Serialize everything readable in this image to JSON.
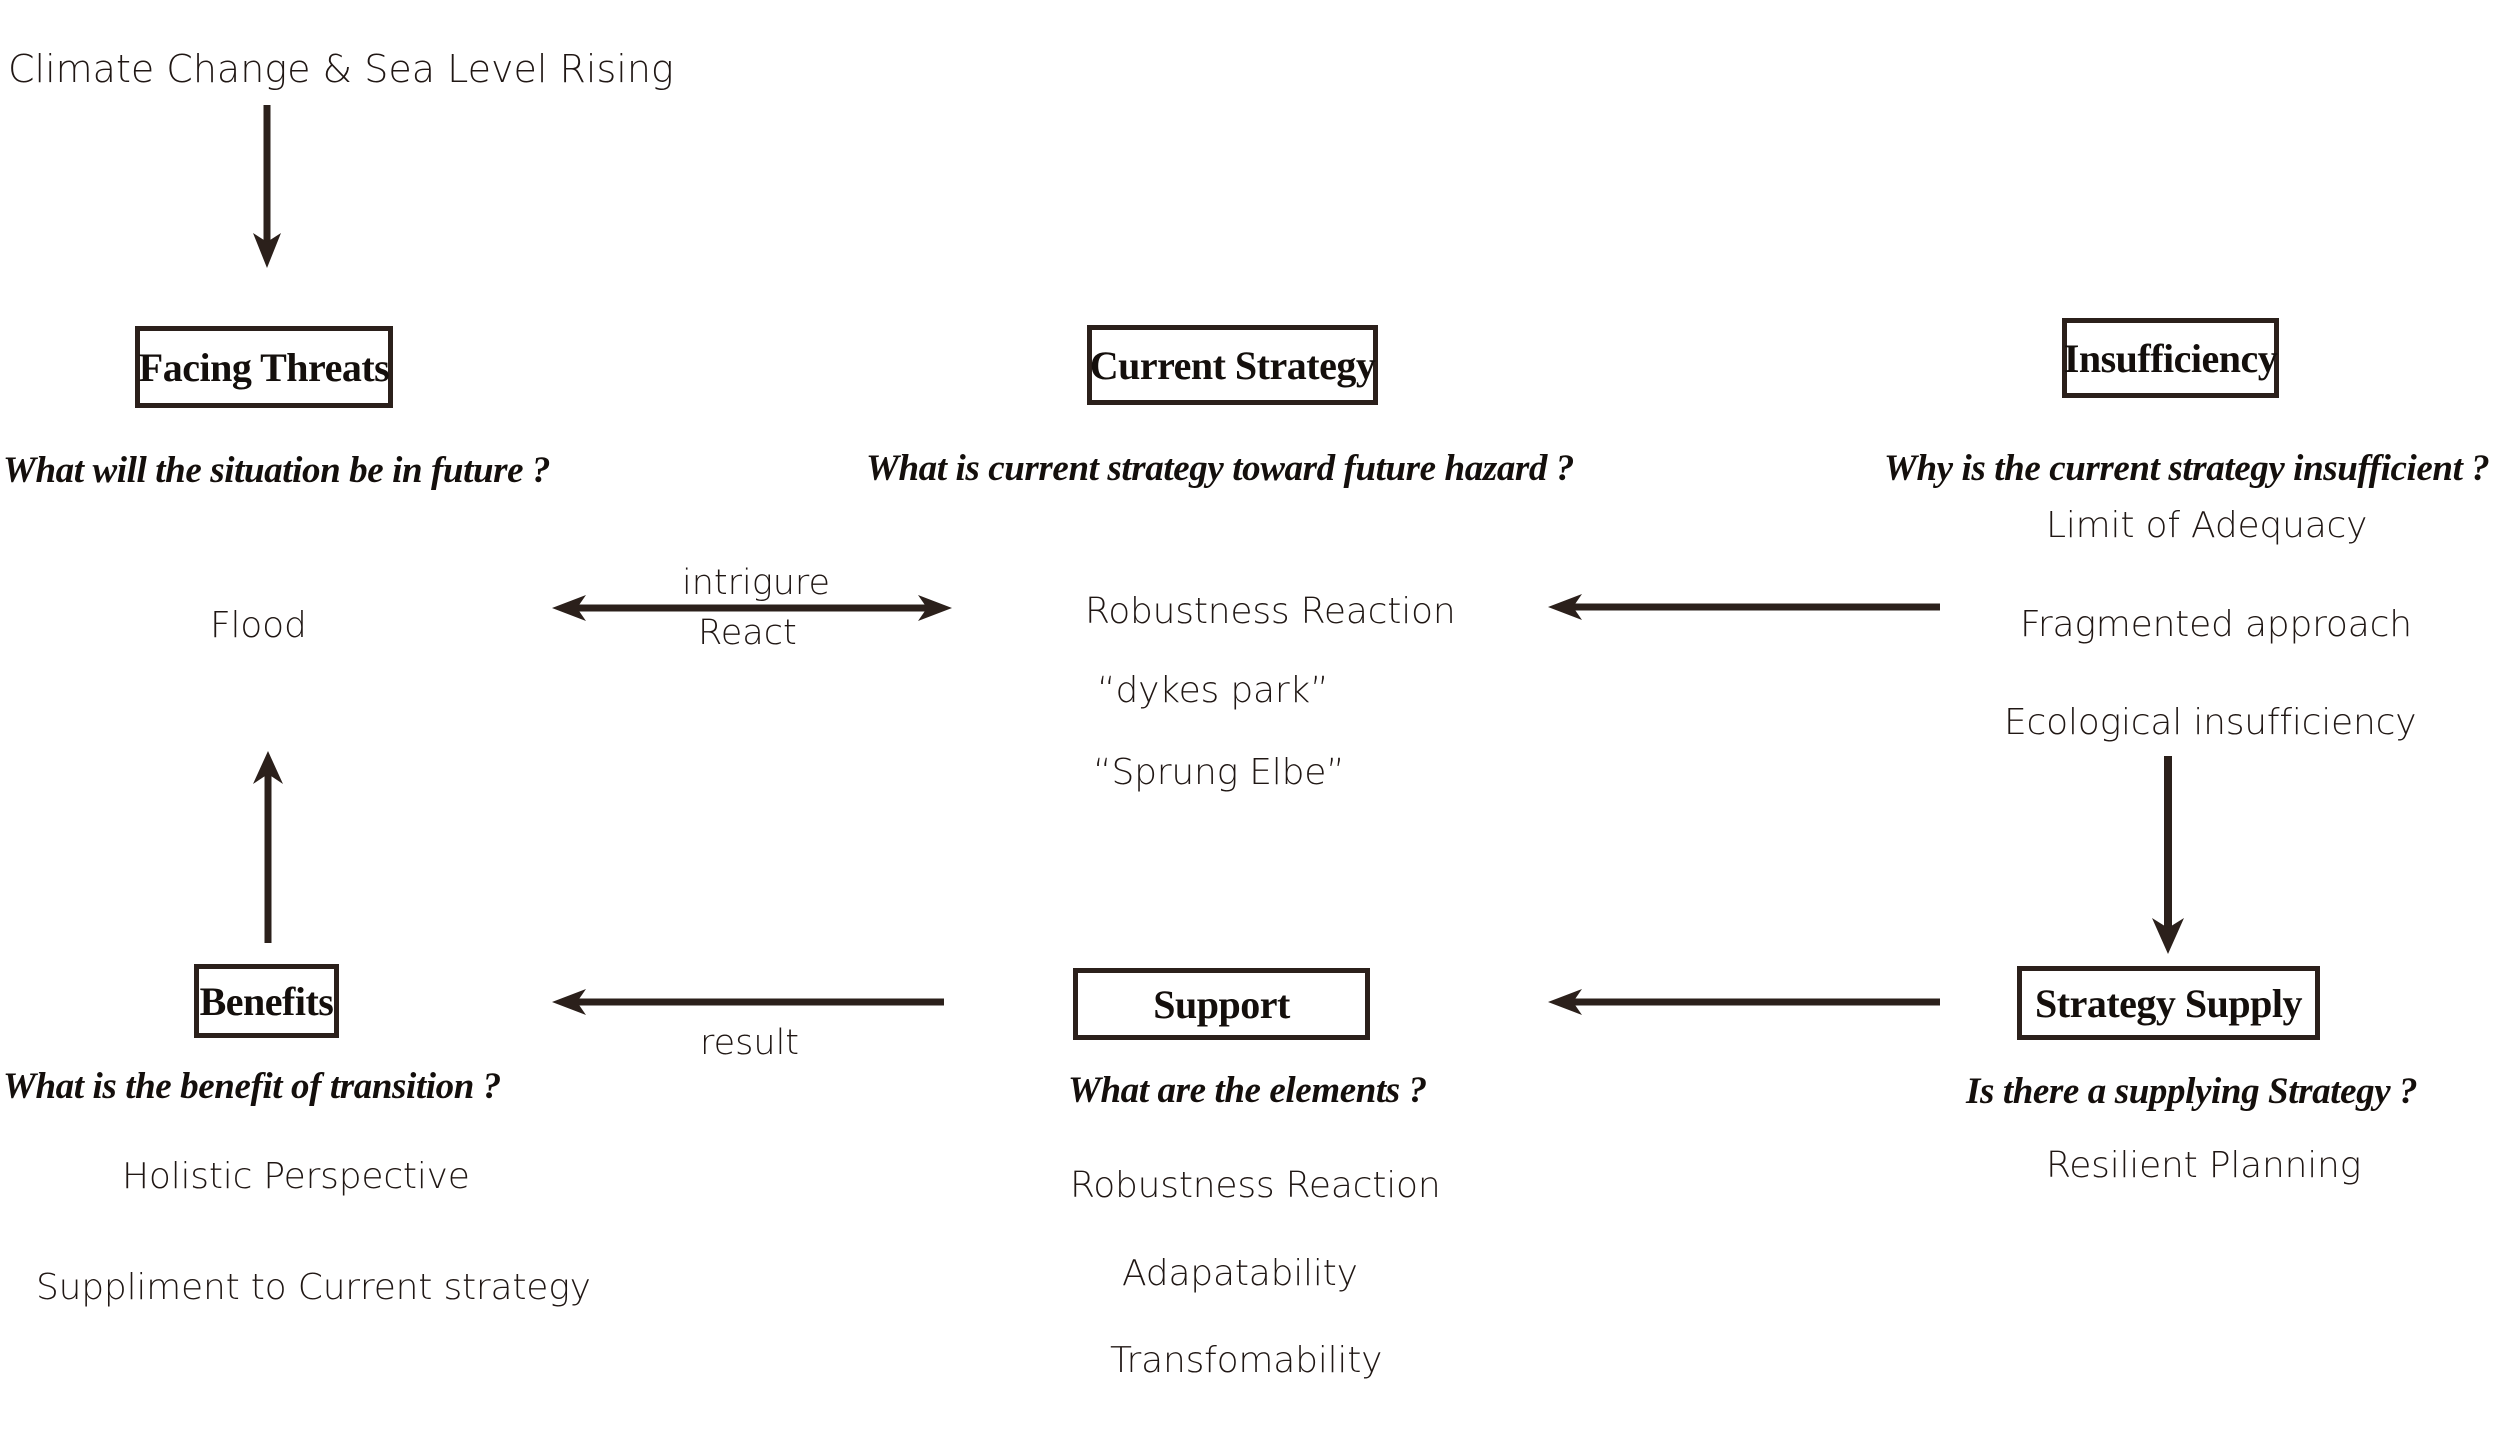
{
  "diagram": {
    "title_text": "Climate Change & Sea Level Rising",
    "background": "#ffffff",
    "line_color": "#2b201b",
    "text_color": "#201714"
  },
  "nodes": {
    "facing_threats": {
      "label": "Facing Threats",
      "question": "What will the situation be in future ?",
      "items": [
        "Flood"
      ]
    },
    "current_strategy": {
      "label": "Current Strategy",
      "question": "What is current strategy toward future hazard ?",
      "items": [
        "Robustness Reaction",
        "“dykes park”",
        "“Sprung Elbe”"
      ]
    },
    "insufficiency": {
      "label": "Insufficiency",
      "question": "Why is the current strategy insufficient ?",
      "items": [
        "Limit of Adequacy",
        "Fragmented approach",
        "Ecological insufficiency"
      ]
    },
    "benefits": {
      "label": "Benefits",
      "question": "What is the benefit of transition ?",
      "items": [
        "Holistic Perspective",
        "Suppliment to Current strategy"
      ]
    },
    "support": {
      "label": "Support",
      "question": "What are the elements ?",
      "items": [
        "Robustness Reaction",
        "Adapatability",
        "Transfomability"
      ]
    },
    "strategy_supply": {
      "label": "Strategy Supply",
      "question": "Is there a supplying Strategy ?",
      "items": [
        "Resilient Planning"
      ]
    }
  },
  "arrows": {
    "title_to_facing_threats": {
      "direction": "down",
      "label": ""
    },
    "threats_strategy_bidir": {
      "direction": "both",
      "label_above": "intrigure",
      "label_below": "React"
    },
    "insufficiency_to_strategy": {
      "direction": "left",
      "label": ""
    },
    "insufficiency_to_supply": {
      "direction": "down",
      "label": ""
    },
    "supply_to_support": {
      "direction": "left",
      "label": ""
    },
    "support_to_benefits": {
      "direction": "left",
      "label": "result"
    },
    "benefits_to_flood": {
      "direction": "up",
      "label": ""
    }
  }
}
